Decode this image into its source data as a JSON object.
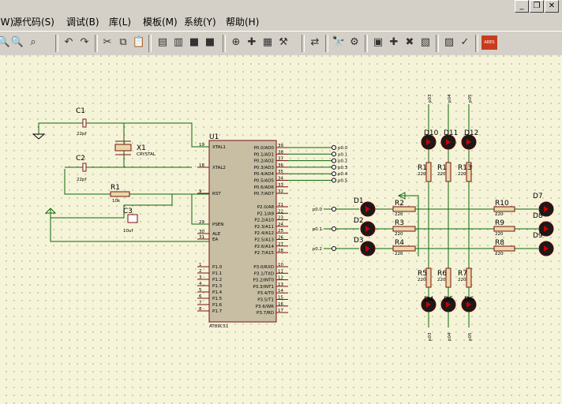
{
  "window": {
    "controls": [
      "_",
      "❐",
      "✕"
    ]
  },
  "menu": {
    "items": [
      "(W)",
      "源代码(S)",
      "调试(B)",
      "库(L)",
      "模板(M)",
      "系统(Y)",
      "帮助(H)"
    ]
  },
  "toolbar": {
    "icons": [
      "zoom-out-icon",
      "zoom-area-icon",
      "zoom-all-icon",
      "undo-icon",
      "redo-icon",
      "cut-icon",
      "copy-icon",
      "paste-icon",
      "block-copy-icon",
      "block-move-icon",
      "block-rotate-icon",
      "block-delete-icon",
      "pick-device-icon",
      "make-device-icon",
      "packaging-tool-icon",
      "decompose-icon",
      "wire-autorouter-icon",
      "search-tag-icon",
      "property-tool-icon",
      "new-sheet-icon",
      "remove-sheet-icon",
      "zoom-child-icon",
      "netlist-icon",
      "bill-of-materials-icon",
      "electrical-check-icon",
      "ares-icon"
    ]
  },
  "ares_label": "ARES",
  "schematic": {
    "mcu": {
      "ref": "U1",
      "part": "AT89C51",
      "left_pins": [
        {
          "num": "19",
          "name": "XTAL1"
        },
        {
          "num": "18",
          "name": "XTAL2"
        },
        {
          "num": "9",
          "name": "RST"
        },
        {
          "num": "29",
          "name": "PSEN"
        },
        {
          "num": "30",
          "name": "ALE"
        },
        {
          "num": "31",
          "name": "EA"
        },
        {
          "num": "1",
          "name": "P1.0"
        },
        {
          "num": "2",
          "name": "P1.1"
        },
        {
          "num": "3",
          "name": "P1.2"
        },
        {
          "num": "4",
          "name": "P1.3"
        },
        {
          "num": "5",
          "name": "P1.4"
        },
        {
          "num": "6",
          "name": "P1.5"
        },
        {
          "num": "7",
          "name": "P1.6"
        },
        {
          "num": "8",
          "name": "P1.7"
        }
      ],
      "right_pins": [
        {
          "num": "39",
          "name": "P0.0/AD0"
        },
        {
          "num": "38",
          "name": "P0.1/AD1"
        },
        {
          "num": "37",
          "name": "P0.2/AD2"
        },
        {
          "num": "36",
          "name": "P0.3/AD3"
        },
        {
          "num": "35",
          "name": "P0.4/AD4"
        },
        {
          "num": "34",
          "name": "P0.5/AD5"
        },
        {
          "num": "33",
          "name": "P0.6/AD6"
        },
        {
          "num": "32",
          "name": "P0.7/AD7"
        },
        {
          "num": "21",
          "name": "P2.0/A8"
        },
        {
          "num": "22",
          "name": "P2.1/A9"
        },
        {
          "num": "23",
          "name": "P2.2/A10"
        },
        {
          "num": "24",
          "name": "P2.3/A11"
        },
        {
          "num": "25",
          "name": "P2.4/A12"
        },
        {
          "num": "26",
          "name": "P2.5/A13"
        },
        {
          "num": "27",
          "name": "P2.6/A14"
        },
        {
          "num": "28",
          "name": "P2.7/A15"
        },
        {
          "num": "10",
          "name": "P3.0/RXD"
        },
        {
          "num": "11",
          "name": "P3.1/TXD"
        },
        {
          "num": "12",
          "name": "P3.2/INT0"
        },
        {
          "num": "13",
          "name": "P3.3/INT1"
        },
        {
          "num": "14",
          "name": "P3.4/T0"
        },
        {
          "num": "15",
          "name": "P3.5/T1"
        },
        {
          "num": "16",
          "name": "P3.6/WR"
        },
        {
          "num": "17",
          "name": "P3.7/RD"
        }
      ]
    },
    "p0_terminals": [
      "p0.0",
      "p0.1",
      "p0.2",
      "p0.3",
      "p0.4",
      "p0.5"
    ],
    "p2_terminals": [
      "p0.0",
      "p0.1",
      "p0.2"
    ],
    "c1": {
      "ref": "C1",
      "value": "22pf"
    },
    "c2": {
      "ref": "C2",
      "value": "22pf"
    },
    "c3": {
      "ref": "C3",
      "value": "10uf"
    },
    "x1": {
      "ref": "X1",
      "value": "CRYSTAL"
    },
    "r1": {
      "ref": "R1",
      "value": "10k"
    },
    "top_leds": {
      "refs": [
        "D10",
        "D11",
        "D12"
      ],
      "terms": [
        "p03",
        "p04",
        "p05"
      ]
    },
    "top_res": {
      "refs": [
        "R1",
        "R1",
        "R13"
      ],
      "value": "220"
    },
    "bottom_leds": {
      "refs": [
        "D4",
        "D5",
        "D6"
      ],
      "terms": [
        "p03",
        "p04",
        "p05"
      ]
    },
    "bottom_res": {
      "refs": [
        "R5",
        "R6",
        "R7"
      ],
      "value": "220"
    },
    "left_leds": {
      "refs": [
        "D1",
        "D2",
        "D3"
      ]
    },
    "mid_res_left": {
      "refs": [
        "R2",
        "R3",
        "R4"
      ],
      "value": "220"
    },
    "mid_res_right": {
      "refs": [
        "R10",
        "R9",
        "R8"
      ],
      "value": "220"
    },
    "right_leds": {
      "refs": [
        "D7",
        "D8",
        "D9"
      ]
    }
  }
}
